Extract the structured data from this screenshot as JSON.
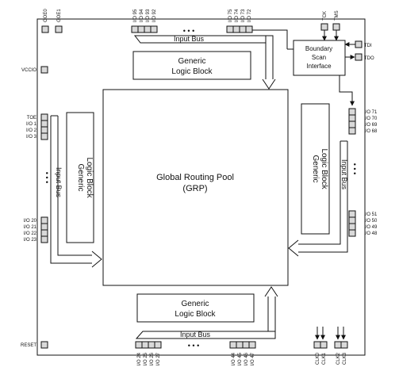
{
  "grp": {
    "line1": "Global Routing Pool",
    "line2": "(GRP)"
  },
  "blocks": {
    "top": {
      "line1": "Generic",
      "line2": "Logic Block"
    },
    "bottom": {
      "line1": "Generic",
      "line2": "Logic Block"
    },
    "left": {
      "line1": "Generic",
      "line2": "Logic Block"
    },
    "right": {
      "line1": "Generic",
      "line2": "Logic Block"
    }
  },
  "buses": {
    "top": "Input Bus",
    "bottom": "Input Bus",
    "left": "Input Bus",
    "right": "Input Bus"
  },
  "jtag": {
    "line1": "Boundary",
    "line2": "Scan",
    "line3": "Interface"
  },
  "pins": {
    "goe0": "GOE0",
    "goe1": "GOE1",
    "top_io_a": [
      "I/O 95",
      "I/O 94",
      "I/O 93",
      "I/O 92"
    ],
    "top_io_b": [
      "I/O 75",
      "I/O 74",
      "I/O 73",
      "I/O 72"
    ],
    "tck": "TCK",
    "tms": "TMS",
    "tdi": "TDI",
    "tdo": "TDO",
    "vccio": "VCCIO",
    "reset": "RESET",
    "left_a": [
      "TOE",
      "I/O 1",
      "I/O 2",
      "I/O 3"
    ],
    "left_b": [
      "I/O 20",
      "I/O 21",
      "I/O 22",
      "I/O 23"
    ],
    "right_a": [
      "I/O 71",
      "I/O 70",
      "I/O 69",
      "I/O 68"
    ],
    "right_b": [
      "I/O 51",
      "I/O 50",
      "I/O 49",
      "I/O 48"
    ],
    "bottom_io_a": [
      "I/O 24",
      "I/O 25",
      "I/O 26",
      "I/O 27"
    ],
    "bottom_io_b": [
      "I/O 44",
      "I/O 45",
      "I/O 46",
      "I/O 47"
    ],
    "clk": [
      "CLK0",
      "CLK1",
      "CLK2",
      "CLK3"
    ]
  },
  "ellipsis": "• • •"
}
